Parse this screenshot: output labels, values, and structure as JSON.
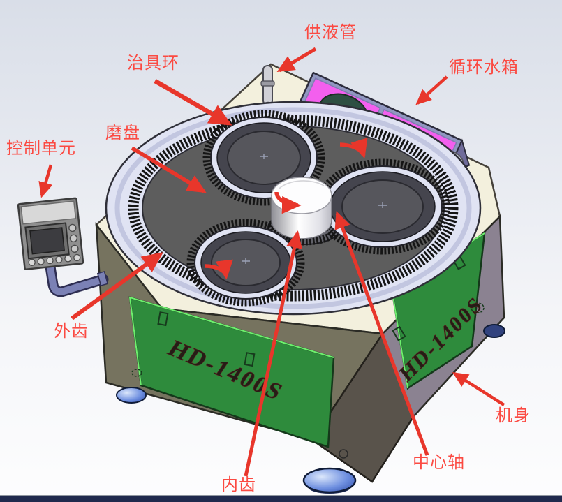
{
  "machine": {
    "model": "HD-1400S"
  },
  "labels": {
    "supply_pipe": "供液管",
    "circulating_tank": "循环水箱",
    "jig_ring": "治具环",
    "grinding_disc": "磨盘",
    "control_unit": "控制单元",
    "outer_teeth": "外齿",
    "inner_teeth": "内齿",
    "center_shaft": "中心轴",
    "machine_body": "机身"
  },
  "colors": {
    "annotation_red": "#e8362b",
    "label_red": "#fb4a42",
    "deck_cream": "#f3f0dd",
    "panel_green": "#2e8b3c",
    "tank_pink": "#f35fee",
    "platter_gray": "#5d5d5d",
    "ring_rim": "#e0e3f3",
    "body_olive": "#76735f",
    "body_right_gray": "#8b8291",
    "corner_dark": "#59534b",
    "foot_blue": "#4a67c8",
    "bottom_bar_navy": "#202a4e"
  }
}
